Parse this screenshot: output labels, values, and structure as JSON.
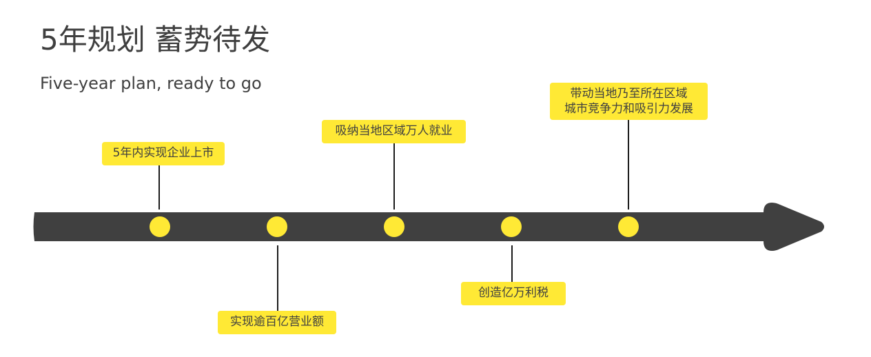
{
  "header": {
    "title": "5年规划 蓄势待发",
    "subtitle": "Five-year plan, ready to go"
  },
  "colors": {
    "arrow": "#404040",
    "dot": "#ffe935",
    "label_bg": "#ffe935",
    "connector": "#1a1a1a"
  },
  "milestones": [
    {
      "text": "5年内实现企业上市",
      "side": "above"
    },
    {
      "text": "实现逾百亿营业额",
      "side": "below"
    },
    {
      "text": "吸纳当地区域万人就业",
      "side": "above"
    },
    {
      "text": "创造亿万利税",
      "side": "below"
    },
    {
      "text": "带动当地乃至所在区域",
      "text2": "城市竞争力和吸引力发展",
      "side": "above"
    }
  ]
}
